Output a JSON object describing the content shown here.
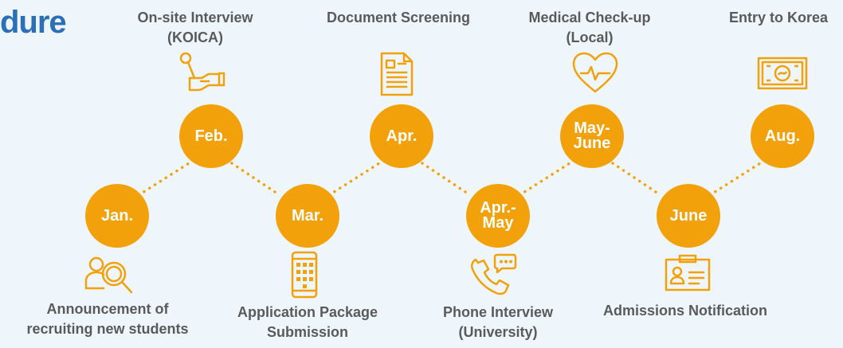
{
  "header": {
    "title": "dure"
  },
  "steps": [
    {
      "month": "Jan.",
      "label": "Announcement of\nrecruiting new students",
      "icon": "search-person-icon"
    },
    {
      "month": "Feb.",
      "label": "On-site Interview\n(KOICA)",
      "icon": "microphone-icon"
    },
    {
      "month": "Mar.",
      "label": "Application Package\nSubmission",
      "icon": "phone-keypad-icon"
    },
    {
      "month": "Apr.",
      "label": "Document Screening",
      "icon": "document-icon"
    },
    {
      "month": "Apr.-\nMay",
      "label": "Phone Interview\n(University)",
      "icon": "phone-call-icon"
    },
    {
      "month": "May-\nJune",
      "label": "Medical Check-up\n(Local)",
      "icon": "heart-monitor-icon"
    },
    {
      "month": "June",
      "label": "Admissions Notification",
      "icon": "id-card-icon"
    },
    {
      "month": "Aug.",
      "label": "Entry to Korea",
      "icon": "money-icon"
    }
  ],
  "colors": {
    "accent": "#f3a10a",
    "title": "#2a6fb8",
    "label": "#5a5a5a",
    "background": "#eef6fb"
  }
}
